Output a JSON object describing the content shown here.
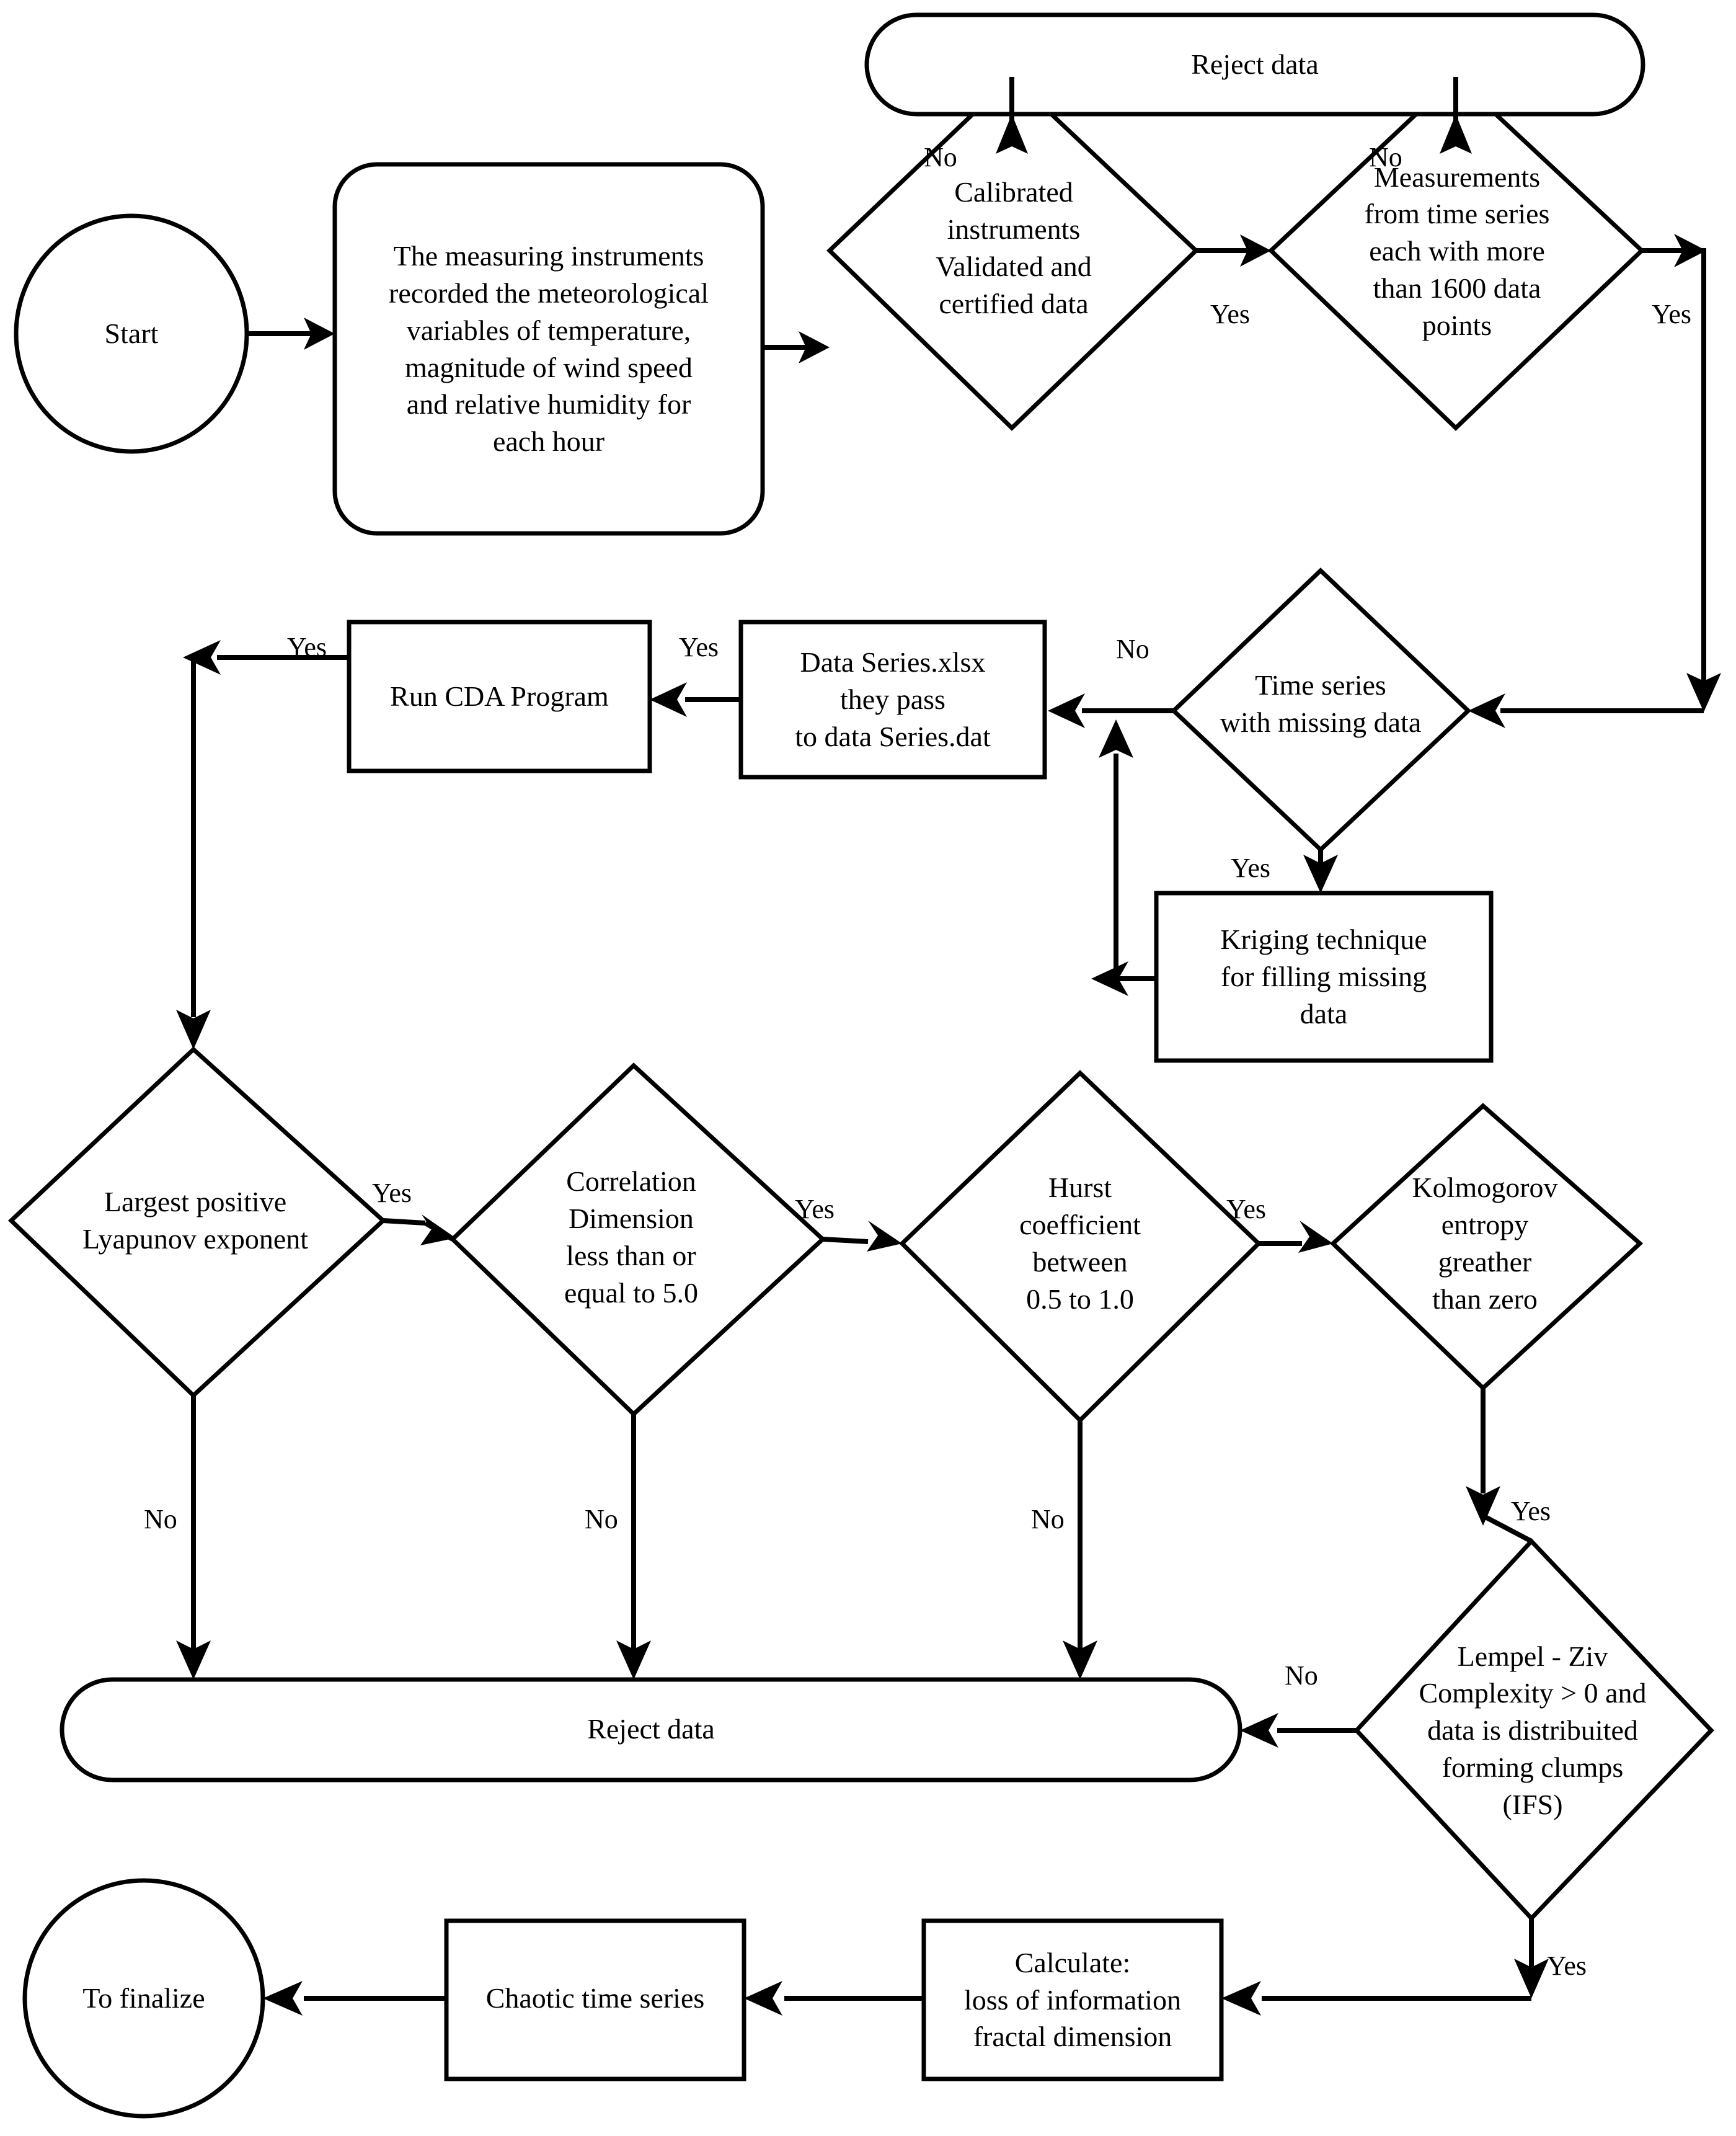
{
  "diagram": {
    "title": "Chaotic time series analysis flowchart",
    "type": "flowchart",
    "stroke_color": "#000000",
    "fill_color": "#ffffff"
  },
  "nodes": {
    "start": {
      "label": "Start",
      "shape": "ellipse"
    },
    "instruments": {
      "label": "The measuring instruments\nrecorded the meteorological\nvariables of temperature,\nmagnitude of wind speed\nand relative humidity for\neach hour",
      "shape": "rounded-rectangle"
    },
    "calibrated": {
      "label": "Calibrated\ninstruments\nValidated and\ncertified data",
      "shape": "diamond"
    },
    "measurements": {
      "label": "Measurements\nfrom time series\neach with more\nthan 1600 data\npoints",
      "shape": "diamond"
    },
    "reject_top": {
      "label": "Reject data",
      "shape": "stadium"
    },
    "missing": {
      "label": "Time series\nwith missing data",
      "shape": "diamond"
    },
    "kriging": {
      "label": "Kriging technique\nfor filling missing\ndata",
      "shape": "rectangle"
    },
    "dataseries": {
      "label": "Data Series.xlsx\nthey pass\nto data Series.dat",
      "shape": "rectangle"
    },
    "cda": {
      "label": "Run CDA Program",
      "shape": "rectangle"
    },
    "lyapunov": {
      "label": "Largest positive\nLyapunov exponent",
      "shape": "diamond"
    },
    "correlation": {
      "label": "Correlation\nDimension\nless than or\nequal to 5.0",
      "shape": "diamond"
    },
    "hurst": {
      "label": "Hurst\ncoefficient\nbetween\n0.5 to 1.0",
      "shape": "diamond"
    },
    "kolmogorov": {
      "label": "Kolmogorov\nentropy\ngreather\nthan zero",
      "shape": "diamond"
    },
    "lempelziv": {
      "label": "Lempel - Ziv\nComplexity > 0 and\ndata is distribuited\nforming clumps\n(IFS)",
      "shape": "diamond"
    },
    "reject_bottom": {
      "label": "Reject data",
      "shape": "stadium"
    },
    "calculate": {
      "label": "Calculate:\nloss of information\nfractal dimension",
      "shape": "rectangle"
    },
    "chaotic": {
      "label": "Chaotic time series",
      "shape": "rectangle"
    },
    "finalize": {
      "label": "To finalize",
      "shape": "ellipse"
    }
  },
  "edge_labels": {
    "calibrated_no": "No",
    "calibrated_yes": "Yes",
    "measurements_no": "No",
    "measurements_yes": "Yes",
    "missing_no": "No",
    "missing_yes": "Yes",
    "dataseries_yes": "Yes",
    "cda_yes": "Yes",
    "lyapunov_yes": "Yes",
    "lyapunov_no": "No",
    "correlation_yes": "Yes",
    "correlation_no": "No",
    "hurst_yes": "Yes",
    "hurst_no": "No",
    "kolmogorov_yes": "Yes",
    "lempelziv_no": "No",
    "lempelziv_yes": "Yes"
  }
}
